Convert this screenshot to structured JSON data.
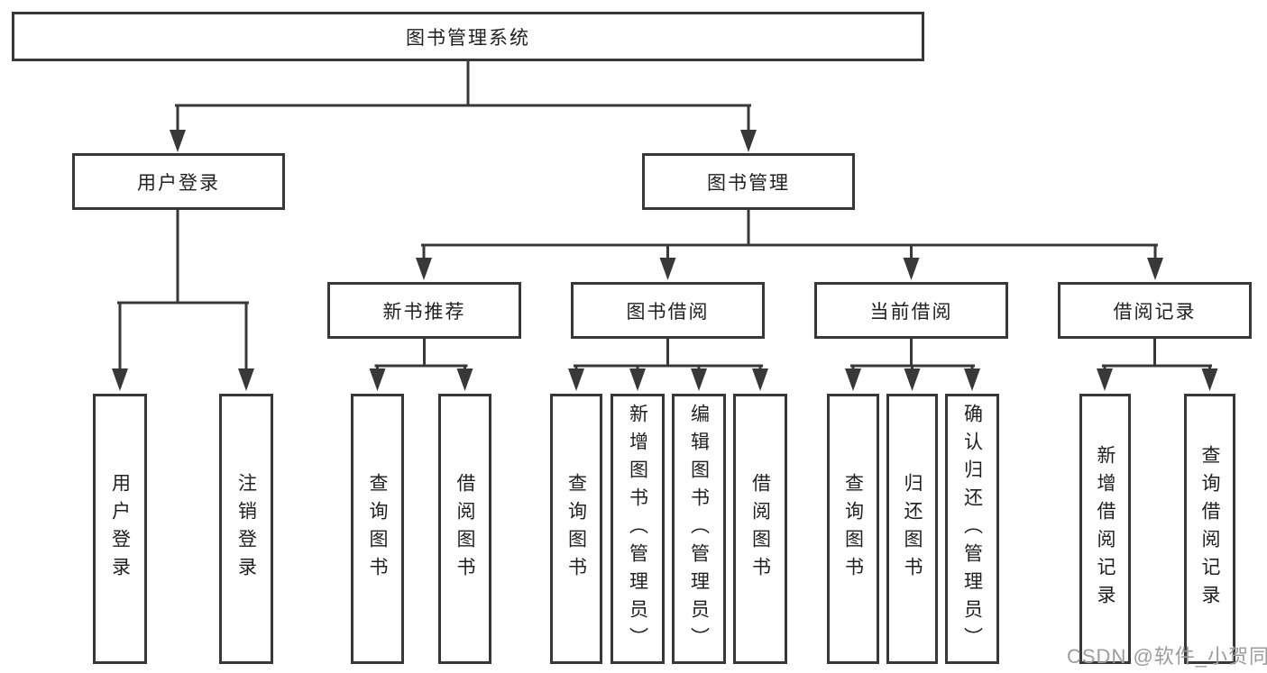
{
  "colors": {
    "background": "#ffffff",
    "line": "#383838",
    "box_border": "#383838",
    "text": "#1f1f1f",
    "watermark": "#9c9c9c"
  },
  "tree": {
    "label": "图书管理系统",
    "children": [
      {
        "label": "用户登录",
        "children": [
          {
            "label": "用户登录"
          },
          {
            "label": "注销登录"
          }
        ]
      },
      {
        "label": "图书管理",
        "children": [
          {
            "label": "新书推荐",
            "children": [
              {
                "label": "查询图书"
              },
              {
                "label": "借阅图书"
              }
            ]
          },
          {
            "label": "图书借阅",
            "children": [
              {
                "label": "查询图书"
              },
              {
                "label": "新增图书（管理员）"
              },
              {
                "label": "编辑图书（管理员）"
              },
              {
                "label": "借阅图书"
              }
            ]
          },
          {
            "label": "当前借阅",
            "children": [
              {
                "label": "查询图书"
              },
              {
                "label": "归还图书"
              },
              {
                "label": "确认归还（管理员）"
              }
            ]
          },
          {
            "label": "借阅记录",
            "children": [
              {
                "label": "新增借阅记录"
              },
              {
                "label": "查询借阅记录"
              }
            ]
          }
        ]
      }
    ]
  },
  "watermark": {
    "text": "CSDN @软件_小贺同学"
  }
}
